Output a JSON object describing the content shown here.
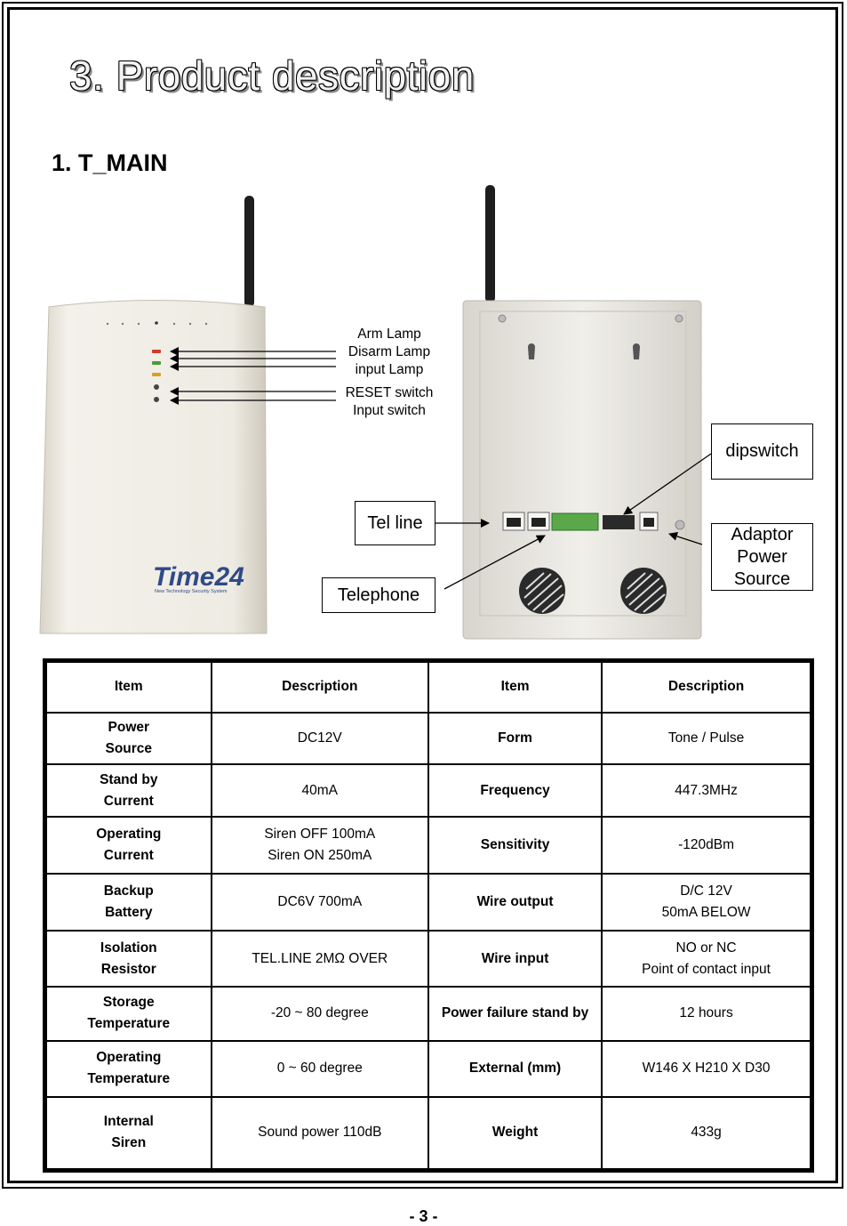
{
  "section_title": "3. Product description",
  "sub_title": "1. T_MAIN",
  "figure": {
    "brand_logo": "Time24",
    "brand_tagline": "New Technology Security System",
    "lamp_labels": [
      "Arm Lamp",
      "Disarm Lamp",
      "input Lamp",
      "RESET switch",
      "Input switch"
    ],
    "callouts": {
      "dipswitch": "dipswitch",
      "tel_line": "Tel line",
      "telephone": "Telephone",
      "adaptor_power_source": [
        "Adaptor",
        "Power",
        "Source"
      ]
    },
    "lamp_colors": {
      "arm": "#d23a2a",
      "disarm": "#4a9a3a",
      "input": "#d8a020"
    }
  },
  "table": {
    "headers": [
      "Item",
      "Description",
      "Item",
      "Description"
    ],
    "rows": [
      {
        "item1": [
          "Power",
          "Source"
        ],
        "desc1": [
          "DC12V"
        ],
        "item2": [
          "Form"
        ],
        "desc2": [
          "Tone / Pulse"
        ]
      },
      {
        "item1": [
          "Stand by",
          "Current"
        ],
        "desc1": [
          "40mA"
        ],
        "item2": [
          "Frequency"
        ],
        "desc2": [
          "447.3MHz"
        ]
      },
      {
        "item1": [
          "Operating",
          "Current"
        ],
        "desc1": [
          "Siren OFF 100mA",
          "Siren ON   250mA"
        ],
        "item2": [
          "Sensitivity"
        ],
        "desc2": [
          "-120dBm"
        ]
      },
      {
        "item1": [
          "Backup",
          "Battery"
        ],
        "desc1": [
          "DC6V 700mA"
        ],
        "item2": [
          "Wire output"
        ],
        "desc2": [
          "D/C 12V",
          "50mA BELOW"
        ]
      },
      {
        "item1": [
          "Isolation",
          "Resistor"
        ],
        "desc1": [
          "TEL.LINE 2MΩ OVER"
        ],
        "item2": [
          "Wire input"
        ],
        "desc2": [
          "NO or NC",
          "Point of contact input"
        ]
      },
      {
        "item1": [
          "Storage",
          "Temperature"
        ],
        "desc1": [
          "-20 ~ 80 degree"
        ],
        "item2": [
          "Power failure stand by"
        ],
        "desc2": [
          "12 hours"
        ]
      },
      {
        "item1": [
          "Operating",
          "Temperature"
        ],
        "desc1": [
          "0 ~ 60 degree"
        ],
        "item2": [
          "External (mm)"
        ],
        "desc2": [
          "W146 X H210 X D30"
        ]
      },
      {
        "item1": [
          "Internal",
          "Siren"
        ],
        "desc1": [
          "Sound power 110dB"
        ],
        "item2": [
          "Weight"
        ],
        "desc2": [
          "433g"
        ]
      }
    ]
  },
  "page_number": "- 3 -"
}
